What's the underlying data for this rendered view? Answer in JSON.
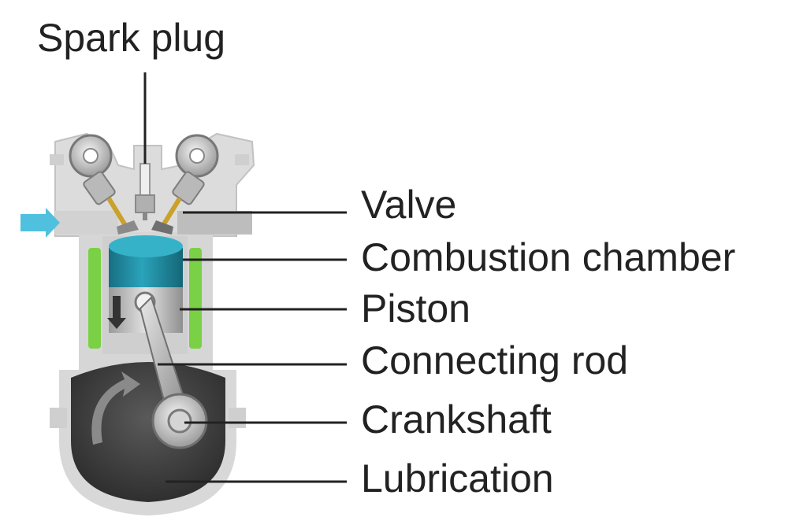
{
  "labels": {
    "spark_plug": "Spark plug",
    "valve": "Valve",
    "combustion_chamber": "Combustion chamber",
    "piston": "Piston",
    "connecting_rod": "Connecting rod",
    "crankshaft": "Crankshaft",
    "lubrication": "Lubrication"
  },
  "colors": {
    "block": "#d9d9d9",
    "block_dark": "#bdbdbd",
    "crankcase": "#454545",
    "coolant": "#7bd145",
    "piston_crown": "#1f8fa6",
    "intake_arrow": "#4fc1df",
    "valve_stem": "#c9a12c",
    "leader": "#222222"
  }
}
